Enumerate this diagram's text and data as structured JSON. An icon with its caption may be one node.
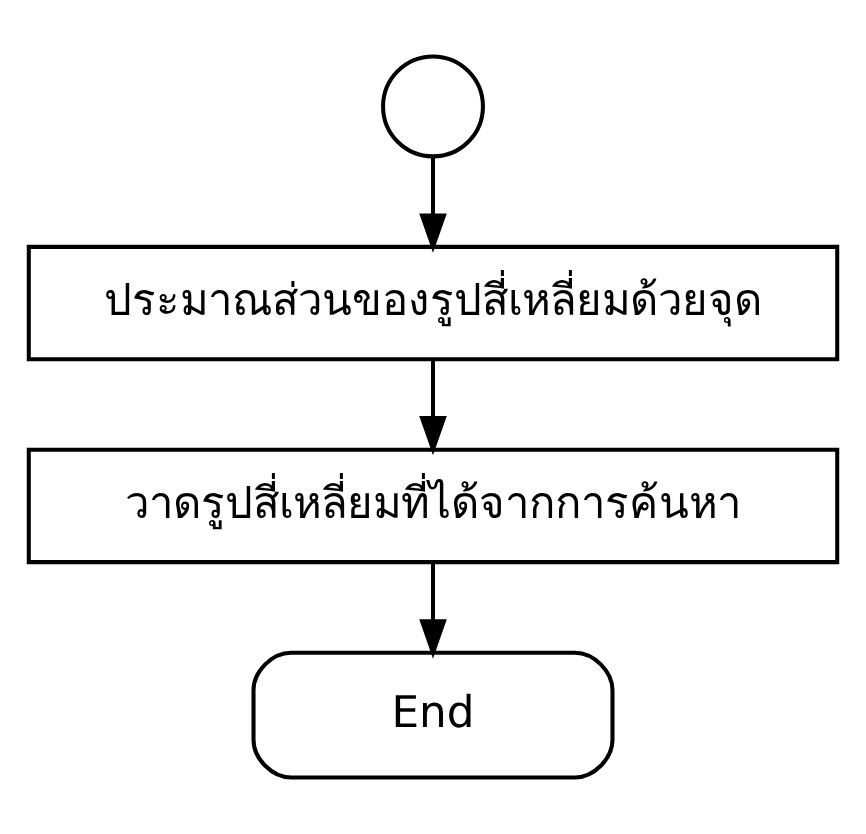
{
  "diagram": {
    "nodes": [
      {
        "text": [],
        "shape": "circle"
      },
      {
        "text": [
          "ประมาณส่วนของรูปสี่เหลี่ยมด้วยจุด"
        ]
      },
      {
        "text": [
          "วาดรูปสี่เหลี่ยมที่ได้จากการค้นหา"
        ]
      },
      {
        "text": [
          "End"
        ]
      }
    ],
    "edges": [
      {
        "from": 0,
        "to": 1,
        "arrow": "to"
      },
      {
        "from": 1,
        "to": 2,
        "arrow": "to"
      },
      {
        "from": 2,
        "to": 3,
        "arrow": "to"
      }
    ]
  }
}
